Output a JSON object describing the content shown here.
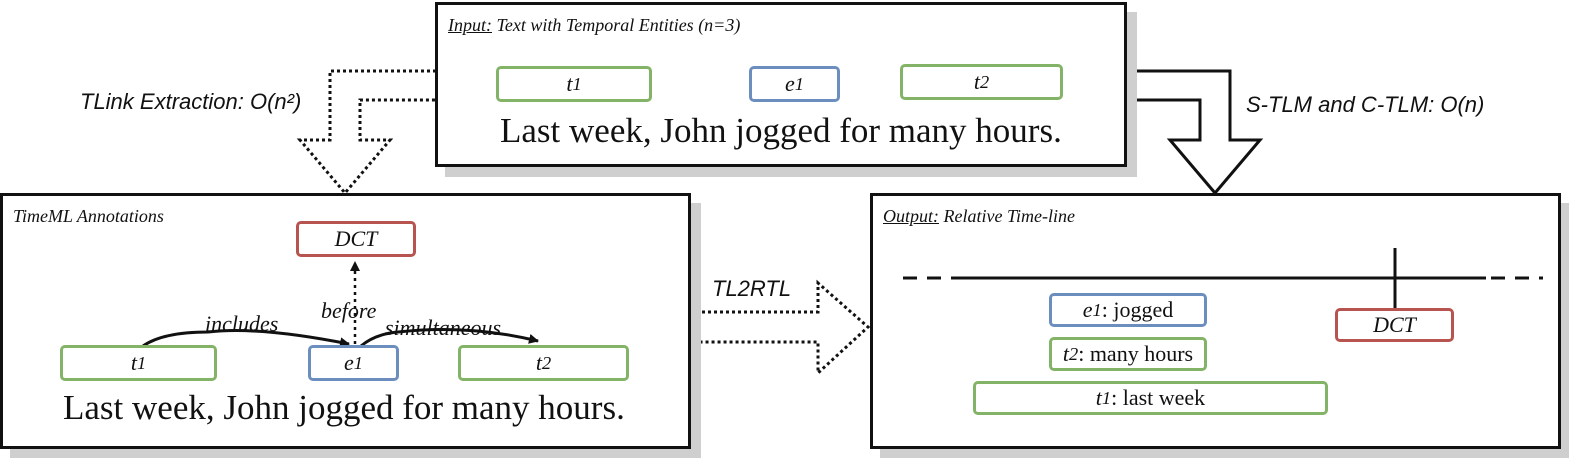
{
  "input_panel": {
    "title_prefix": "Input:",
    "title_rest": " Text with Temporal Entities (n=3)",
    "entities": [
      {
        "base": "t",
        "sub": "1"
      },
      {
        "base": "e",
        "sub": "1"
      },
      {
        "base": "t",
        "sub": "2"
      }
    ],
    "sentence": "Last week, John jogged for many hours."
  },
  "timeml_panel": {
    "title": "TimeML Annotations",
    "dct": "DCT",
    "entities": [
      {
        "base": "t",
        "sub": "1"
      },
      {
        "base": "e",
        "sub": "1"
      },
      {
        "base": "t",
        "sub": "2"
      }
    ],
    "relations": {
      "includes": "includes",
      "before": "before",
      "simultaneous": "simultaneous"
    },
    "sentence": "Last week, John jogged for many hours."
  },
  "output_panel": {
    "title_prefix": "Output:",
    "title_rest": " Relative Time-line",
    "dct": "DCT",
    "items": [
      {
        "base": "e",
        "sub": "1",
        "text": ": jogged"
      },
      {
        "base": "t",
        "sub": "2",
        "text": ": many hours"
      },
      {
        "base": "t",
        "sub": "1",
        "text": ": last week"
      }
    ]
  },
  "flows": {
    "tlink": "TLink Extraction: O(n²)",
    "stlm": "S-TLM and C-TLM: O(n)",
    "tl2rtl": "TL2RTL"
  },
  "colors": {
    "time_expression": "#82b366",
    "event": "#6c8ebf",
    "document_creation_time": "#b85450"
  }
}
